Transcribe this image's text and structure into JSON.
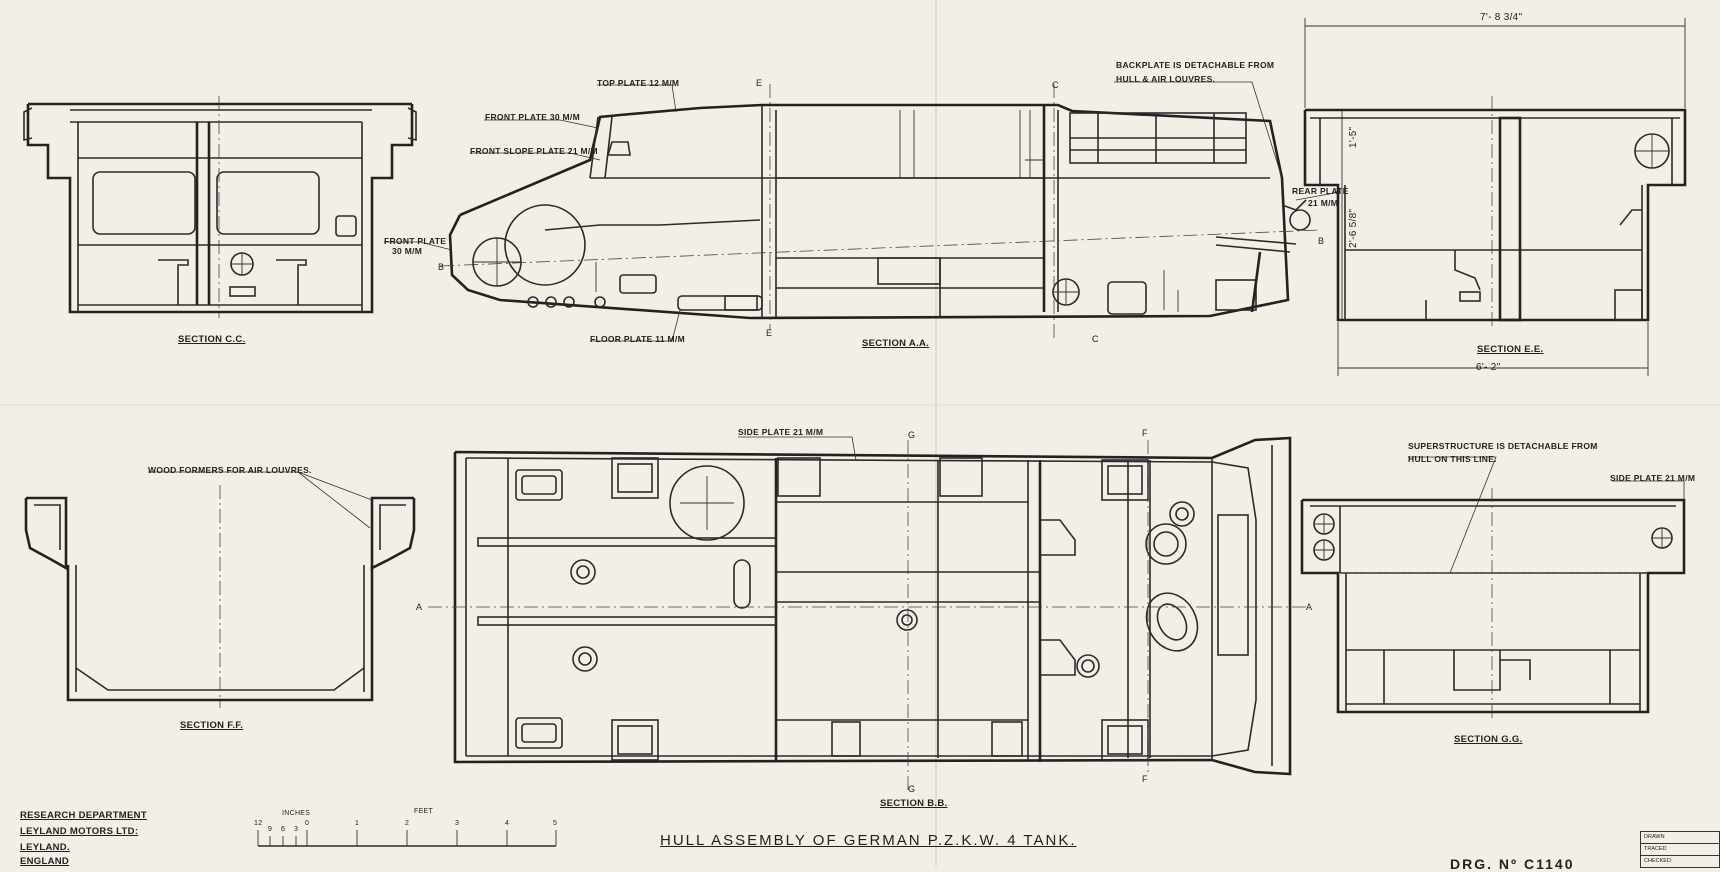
{
  "drawing": {
    "title": "HULL ASSEMBLY OF GERMAN P.Z.K.W. 4 TANK.",
    "drawing_number": "DRG. Nº C1140",
    "company": {
      "line1": "RESEARCH DEPARTMENT",
      "line2": "LEYLAND MOTORS LTD:",
      "line3": "LEYLAND.",
      "line4": "ENGLAND"
    },
    "title_block": {
      "drawn": "DRAWN",
      "traced": "TRACED",
      "checked": "CHECKED"
    },
    "scale": {
      "inches_label": "INCHES",
      "feet_label": "FEET",
      "ticks": [
        "12",
        "9",
        "6",
        "3",
        "0",
        "1",
        "2",
        "3",
        "4",
        "5"
      ]
    }
  },
  "sections": {
    "cc": "SECTION C.C.",
    "aa": "SECTION A.A.",
    "ee": "SECTION E.E.",
    "ff": "SECTION F.F.",
    "bb": "SECTION B.B.",
    "gg": "SECTION G.G."
  },
  "callouts": {
    "top_plate": "TOP PLATE 12 M/M",
    "front_plate_upper": "FRONT PLATE 30 M/M",
    "front_slope_plate": "FRONT SLOPE PLATE 21 M/M",
    "front_plate_lower_1": "FRONT PLATE",
    "front_plate_lower_2": "30 M/M",
    "floor_plate": "FLOOR PLATE 11 M/M",
    "backplate_1": "BACKPLATE IS DETACHABLE FROM",
    "backplate_2": "HULL & AIR LOUVRES.",
    "rear_plate_1": "REAR PLATE",
    "rear_plate_2": "21 M/M",
    "side_plate_top": "SIDE PLATE 21 M/M",
    "wood_formers": "WOOD FORMERS FOR AIR LOUVRES.",
    "superstructure_1": "SUPERSTRUCTURE IS DETACHABLE FROM",
    "superstructure_2": "HULL ON THIS LINE.",
    "side_plate_gg": "SIDE PLATE 21 M/M"
  },
  "dimensions": {
    "overall_width": "7'- 8 3/4\"",
    "hull_width": "6'- 2\"",
    "upper_height": "1'-5\"",
    "lower_height": "2'-6 5/8\""
  },
  "cut_markers": {
    "e": "E",
    "c": "C",
    "b": "B",
    "a": "A",
    "g": "G",
    "f": "F"
  }
}
